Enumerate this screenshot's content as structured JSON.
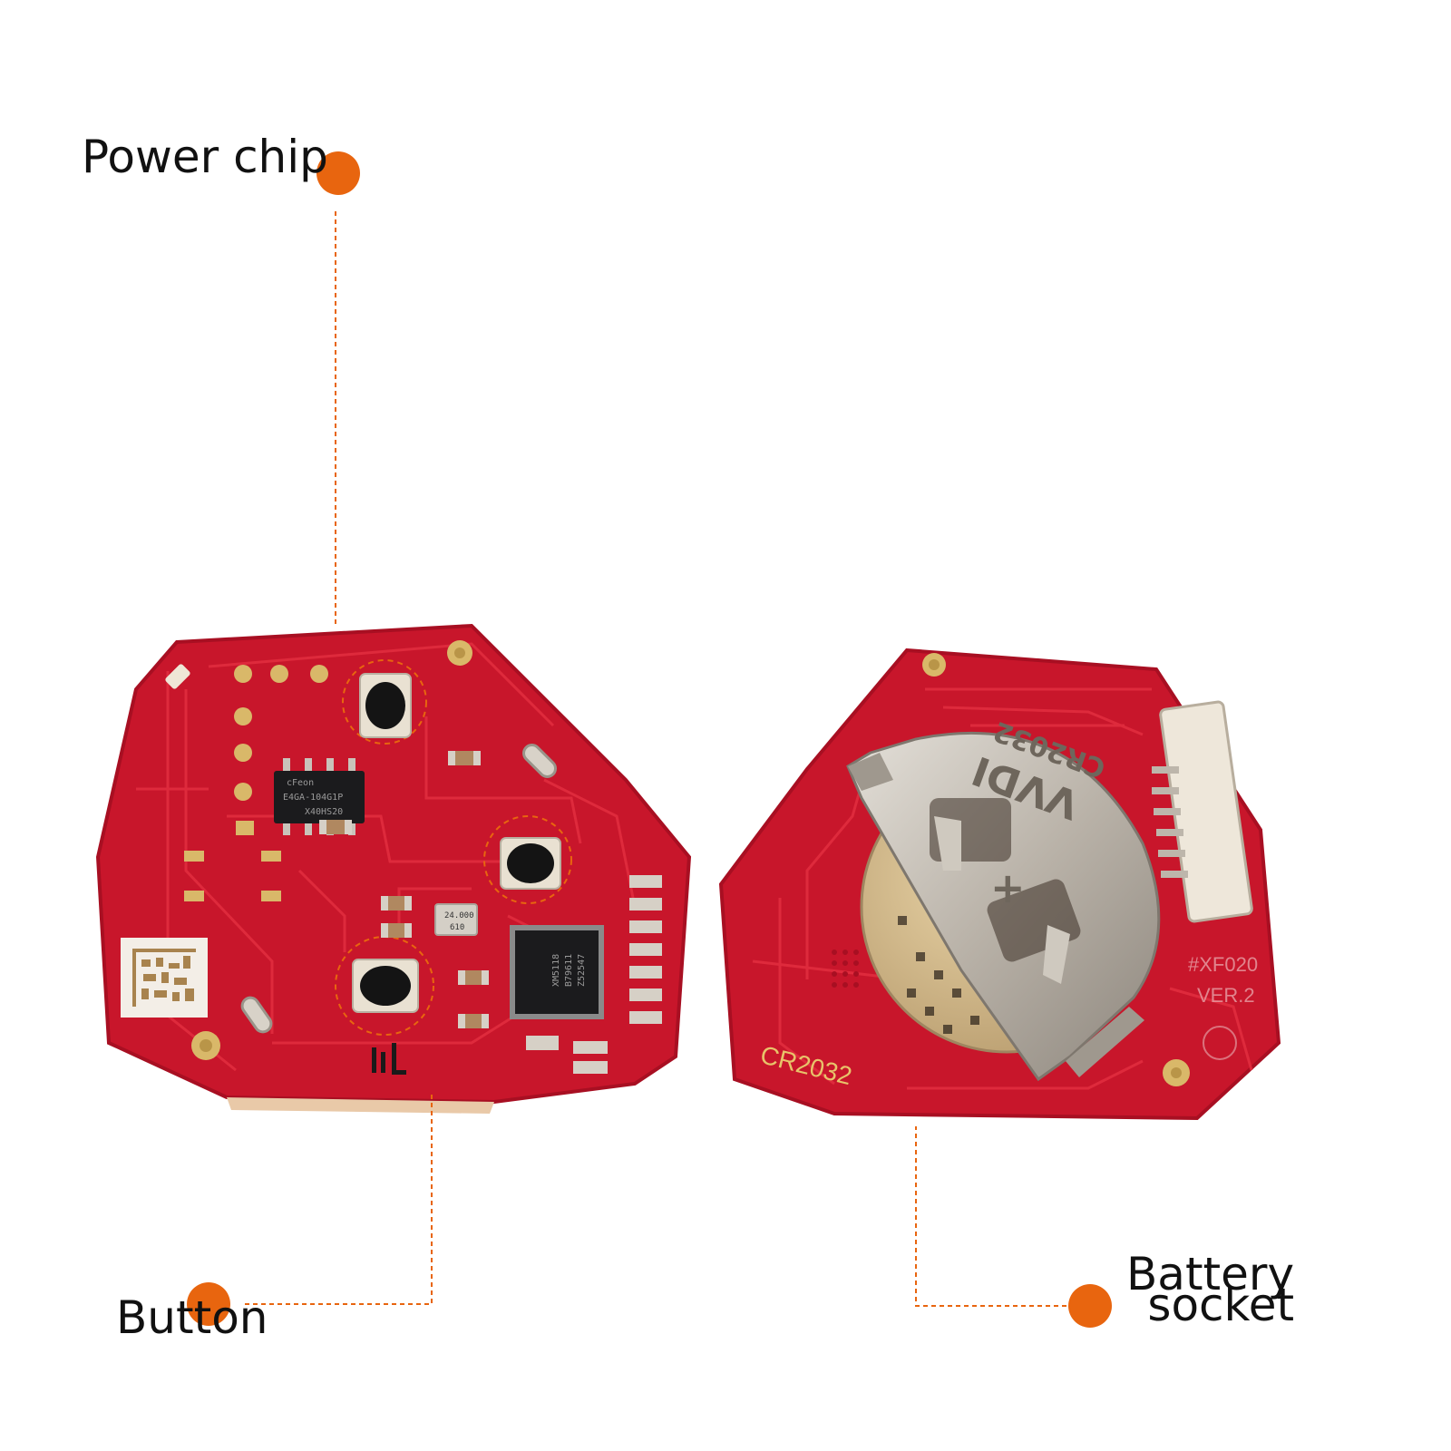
{
  "callouts": {
    "power_chip": "Power chip",
    "button": "Button",
    "battery_socket_line1": "Battery",
    "battery_socket_line2": "socket"
  },
  "board_left": {
    "chip1_lines": [
      "cFeon",
      "E4GA-104G1P",
      "X40HS20"
    ],
    "crystal_lines": [
      "24.000",
      "610"
    ],
    "chip2_lines": [
      "XM5118",
      "B79611",
      "Z52547"
    ]
  },
  "board_right": {
    "coin_cell": "CR2032",
    "holder_text_1": "VVDI",
    "holder_text_2": "CR2032",
    "model": "#XF020",
    "version": "VER.2"
  },
  "colors": {
    "accent": "#E8650F",
    "pcb": "#C8162B",
    "pcb_dark": "#A80F22",
    "trace": "#DE2A3C",
    "gold": "#D9B869",
    "metal": "#C9C3BA"
  }
}
